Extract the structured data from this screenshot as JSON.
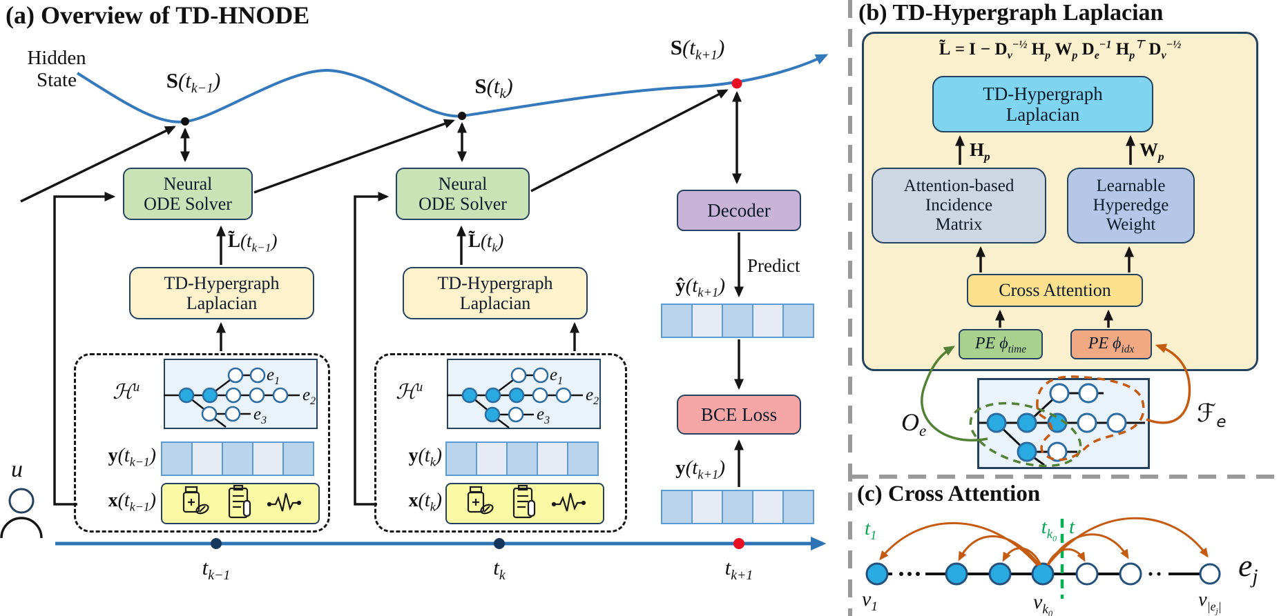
{
  "panel_a": {
    "title": "(a) Overview of TD-HNODE",
    "hidden_state": "Hidden\nState",
    "user": "u",
    "state_prev": "*S*(t_{k−1})",
    "state_curr": "*S*(t_{k})",
    "state_next": "*S*(t_{k+1})",
    "solver": "Neural\nODE Solver",
    "laplacian_box": "TD-Hypergraph\nLaplacian",
    "lap_out_prev": "*L̃*(t_{k−1})",
    "lap_out_curr": "*L̃*(t_{k})",
    "hypergraph_symbol": "ℋ^{u}",
    "edge1": "e_{1}",
    "edge2": "e_{2}",
    "edge3": "e_{3}",
    "y_prev": "*y*(t_{k−1})",
    "x_prev": "*x*(t_{k−1})",
    "y_curr": "*y*(t_{k})",
    "x_curr": "*x*(t_{k})",
    "decoder": "Decoder",
    "predict": "Predict",
    "y_hat_next": "*ŷ*(t_{k+1})",
    "bce": "BCE Loss",
    "y_next": "*y*(t_{k+1})",
    "t_prev": "t_{k−1}",
    "t_curr": "t_{k}",
    "t_next": "t_{k+1}",
    "icons": [
      "medicine-bottle",
      "clipboard-test",
      "ecg-waveform"
    ]
  },
  "panel_b": {
    "title": "(b) TD-Hypergraph Laplacian",
    "formula": "*L̃* = *I* − *D*_{v}^{−½} *H*_{p} *W*_{p} *D*_{e}^{−1} *H*_{p}^{⊤} *D*_{v}^{−½}",
    "laplacian": "TD-Hypergraph\nLaplacian",
    "h_p": "*H*_{p}",
    "w_p": "*W*_{p}",
    "incidence": "Attention-based\nIncidence\nMatrix",
    "weight": "Learnable\nHyperedge\nWeight",
    "cross": "Cross Attention",
    "pe_time": "PE ϕ_{time}",
    "pe_idx": "PE ϕ_{idx}",
    "o_e": "O_{e}",
    "f_e": "ℱ_{e}"
  },
  "panel_c": {
    "title": "(c) Cross Attention",
    "t_first": "t_{1}",
    "t_k0": "t_{k_{0}}",
    "t_now": "t",
    "v_first": "v_{1}",
    "v_k0": "v_{k_{0}}",
    "v_last": "v_{|e_{j}|}",
    "e_j": "e_{j}"
  },
  "colors": {
    "box-border": "#24425f",
    "solver-green": "#c9e2b6",
    "laplacian-yellow": "#fdf2cc",
    "decoder-purple": "#c9b3d8",
    "bce-pink": "#f7a6a6",
    "panel-b-cream": "#fbf0cd",
    "laplacian-cyan": "#7fd5f0",
    "incidence-gray": "#cdd6e3",
    "weight-blue": "#b4c7e7",
    "cross-gold": "#fbe08e",
    "pe-green": "#a9d18e",
    "pe-orange": "#f1a983",
    "node-blue": "#29abe2",
    "node-stroke": "#2b6ca3",
    "hg-bg": "#eaf2fa",
    "cell-blue": "#b9d4eb",
    "cell-light": "#e6eaf2",
    "cell-border": "#5b9bd5",
    "input-yellow": "#fafaa5",
    "timeline-blue": "#2e74b5",
    "curve-blue": "#3579bd",
    "arrow-orange": "#c55a11",
    "arrow-green": "#538135",
    "bright-green": "#00a551",
    "divider-gray": "#9a9a9a",
    "dot-navy": "#16365c",
    "dot-red": "#e81123"
  }
}
